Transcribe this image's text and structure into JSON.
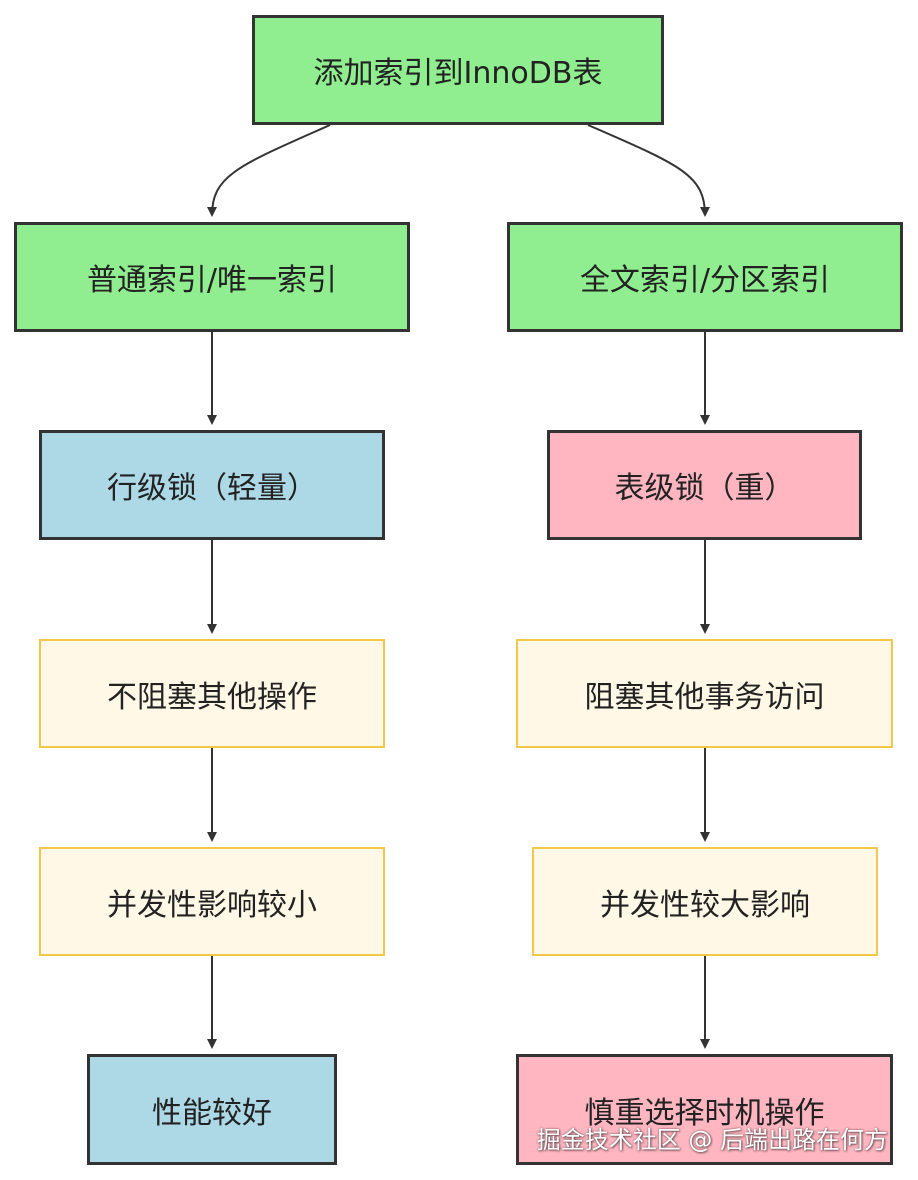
{
  "nodes": {
    "root": "添加索引到InnoDB表",
    "normal_index": "普通索引/唯一索引",
    "fulltext_index": "全文索引/分区索引",
    "row_lock": "行级锁（轻量）",
    "table_lock": "表级锁（重）",
    "no_block": "不阻塞其他操作",
    "block": "阻塞其他事务访问",
    "low_impact": "并发性影响较小",
    "high_impact": "并发性较大影响",
    "good_performance": "性能较好",
    "careful_timing": "慎重选择时机操作"
  },
  "edges": [
    {
      "from": "root",
      "to": "normal_index"
    },
    {
      "from": "root",
      "to": "fulltext_index"
    },
    {
      "from": "normal_index",
      "to": "row_lock"
    },
    {
      "from": "row_lock",
      "to": "no_block"
    },
    {
      "from": "no_block",
      "to": "low_impact"
    },
    {
      "from": "low_impact",
      "to": "good_performance"
    },
    {
      "from": "fulltext_index",
      "to": "table_lock"
    },
    {
      "from": "table_lock",
      "to": "block"
    },
    {
      "from": "block",
      "to": "high_impact"
    },
    {
      "from": "high_impact",
      "to": "careful_timing"
    }
  ],
  "colors": {
    "process": "#90ee90",
    "light_lock": "#add8e6",
    "heavy_lock": "#ffb6c1",
    "effect": "#fff8e6",
    "effect_border": "#f3c74a",
    "stroke": "#333333"
  },
  "watermark": "掘金技术社区 @ 后端出路在何方"
}
